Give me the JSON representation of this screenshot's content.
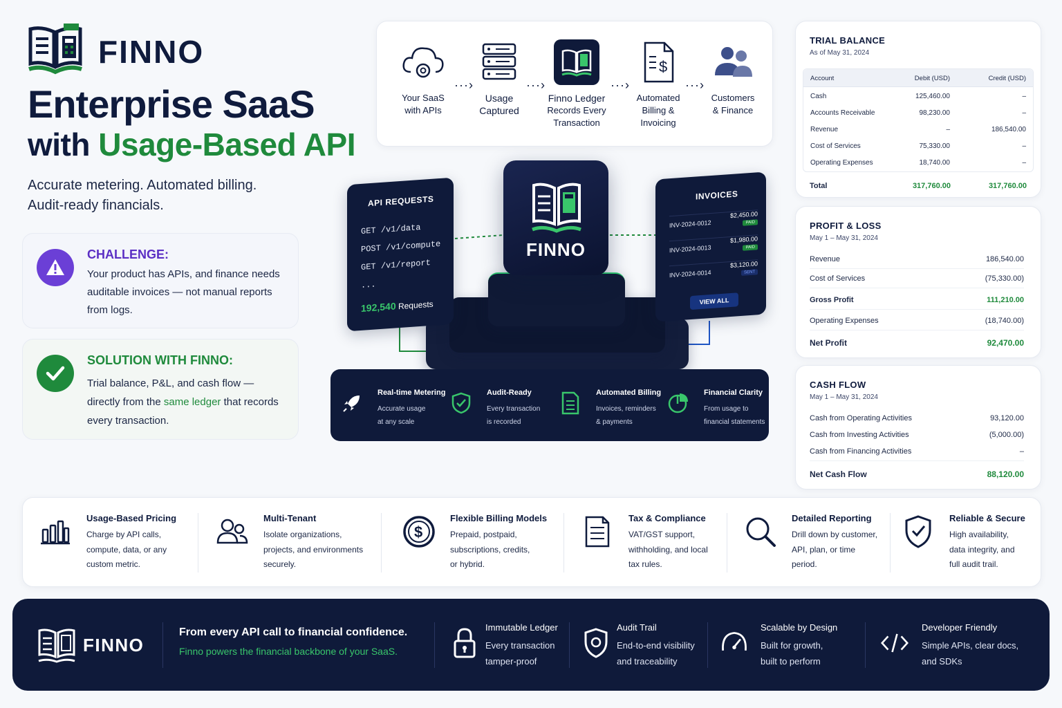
{
  "brand": {
    "name": "FINNO"
  },
  "hero": {
    "line1": "Enterprise SaaS",
    "line2_prefix": "with ",
    "line2_highlight": "Usage-Based API",
    "tagline_1": "Accurate metering. Automated billing.",
    "tagline_2": "Audit-ready financials."
  },
  "challenge": {
    "heading": "CHALLENGE:",
    "body": "Your product has APIs, and finance needs auditable invoices — not manual reports from logs."
  },
  "solution": {
    "heading": "SOLUTION WITH FINNO:",
    "body_1": "Trial balance, P&L, and cash flow — directly from the ",
    "body_hl": "same ledger",
    "body_2": " that records every transaction."
  },
  "flow": {
    "steps": [
      {
        "l1": "Your SaaS",
        "l2": "with APIs",
        "l3": "",
        "icon": "cloud-gear-icon"
      },
      {
        "l1": "Usage",
        "l2": "Captured",
        "l3": "",
        "icon": "server-icon"
      },
      {
        "l1": "Finno Ledger",
        "l2": "Records Every",
        "l3": "Transaction",
        "icon": "ledger-icon"
      },
      {
        "l1": "Automated",
        "l2": "Billing &",
        "l3": "Invoicing",
        "icon": "invoice-icon"
      },
      {
        "l1": "Customers",
        "l2": "& Finance",
        "l3": "",
        "icon": "users-icon"
      }
    ]
  },
  "api_panel": {
    "title": "API REQUESTS",
    "requests": [
      {
        "method": "GET",
        "path": "/v1/data"
      },
      {
        "method": "POST",
        "path": "/v1/compute"
      },
      {
        "method": "GET",
        "path": "/v1/report"
      }
    ],
    "ellipsis": "...",
    "count": "192,540",
    "count_label": "Requests"
  },
  "core": {
    "name": "FINNO"
  },
  "invoices": {
    "title": "INVOICES",
    "rows": [
      {
        "id": "INV-2024-0012",
        "amount": "$2,450.00",
        "status": "PAID"
      },
      {
        "id": "INV-2024-0013",
        "amount": "$1,980.00",
        "status": "PAID"
      },
      {
        "id": "INV-2024-0014",
        "amount": "$3,120.00",
        "status": "SENT"
      }
    ],
    "button": "VIEW ALL"
  },
  "band": [
    {
      "title": "Real-time Metering",
      "s1": "Accurate usage",
      "s2": "at any scale",
      "icon": "rocket-icon"
    },
    {
      "title": "Audit-Ready",
      "s1": "Every transaction",
      "s2": "is recorded",
      "icon": "shield-check-icon"
    },
    {
      "title": "Automated Billing",
      "s1": "Invoices, reminders",
      "s2": "& payments",
      "icon": "document-icon"
    },
    {
      "title": "Financial Clarity",
      "s1": "From usage to",
      "s2": "financial statements",
      "icon": "pie-chart-icon"
    }
  ],
  "trial_balance": {
    "title": "TRIAL BALANCE",
    "subtitle": "As of May 31, 2024",
    "headers": [
      "Account",
      "Debit (USD)",
      "Credit (USD)"
    ],
    "rows": [
      [
        "Cash",
        "125,460.00",
        "–"
      ],
      [
        "Accounts Receivable",
        "98,230.00",
        "–"
      ],
      [
        "Revenue",
        "–",
        "186,540.00"
      ],
      [
        "Cost of Services",
        "75,330.00",
        "–"
      ],
      [
        "Operating Expenses",
        "18,740.00",
        "–"
      ]
    ],
    "total": [
      "Total",
      "317,760.00",
      "317,760.00"
    ]
  },
  "profit_loss": {
    "title": "PROFIT & LOSS",
    "subtitle": "May 1 – May 31, 2024",
    "rows": [
      [
        "Revenue",
        "186,540.00"
      ],
      [
        "Cost of Services",
        "(75,330.00)"
      ],
      [
        "Gross Profit",
        "111,210.00"
      ],
      [
        "Operating Expenses",
        "(18,740.00)"
      ],
      [
        "Net Profit",
        "92,470.00"
      ]
    ]
  },
  "cash_flow": {
    "title": "CASH FLOW",
    "subtitle": "May 1 – May 31, 2024",
    "rows": [
      [
        "Cash from Operating Activities",
        "93,120.00"
      ],
      [
        "Cash from Investing Activities",
        "(5,000.00)"
      ],
      [
        "Cash from Financing Activities",
        "–"
      ],
      [
        "Net Cash Flow",
        "88,120.00"
      ]
    ]
  },
  "features": [
    {
      "title": "Usage-Based Pricing",
      "d1": "Charge by API calls,",
      "d2": "compute, data, or any",
      "d3": "custom metric.",
      "icon": "bar-chart-icon"
    },
    {
      "title": "Multi-Tenant",
      "d1": "Isolate organizations,",
      "d2": "projects, and environments",
      "d3": "securely.",
      "icon": "users-icon"
    },
    {
      "title": "Flexible Billing Models",
      "d1": "Prepaid, postpaid,",
      "d2": "subscriptions, credits,",
      "d3": "or hybrid.",
      "icon": "dollar-coin-icon"
    },
    {
      "title": "Tax & Compliance",
      "d1": "VAT/GST support,",
      "d2": "withholding, and local",
      "d3": "tax rules.",
      "icon": "document-icon"
    },
    {
      "title": "Detailed Reporting",
      "d1": "Drill down by customer,",
      "d2": "API, plan, or time",
      "d3": "period.",
      "icon": "search-icon"
    },
    {
      "title": "Reliable & Secure",
      "d1": "High availability,",
      "d2": "data integrity, and",
      "d3": "full audit trail.",
      "icon": "shield-check-icon"
    }
  ],
  "footer": {
    "brand": "FINNO",
    "headline": "From every API call to financial confidence.",
    "subline": "Finno powers the financial backbone of your SaaS.",
    "items": [
      {
        "t1": "Immutable Ledger",
        "t2": "Every transaction",
        "t3": "tamper-proof",
        "icon": "lock-icon"
      },
      {
        "t1": "Audit Trail",
        "t2": "End-to-end visibility",
        "t3": "and traceability",
        "icon": "shield-icon"
      },
      {
        "t1": "Scalable by Design",
        "t2": "Built for growth,",
        "t3": "built to perform",
        "icon": "gauge-icon"
      },
      {
        "t1": "Developer Friendly",
        "t2": "Simple APIs, clear docs,",
        "t3": "and SDKs",
        "icon": "code-icon"
      }
    ]
  },
  "colors": {
    "navy": "#0f1b3d",
    "green": "#1f8a3c",
    "bright_green": "#39c66b",
    "purple": "#6b3fd6"
  }
}
